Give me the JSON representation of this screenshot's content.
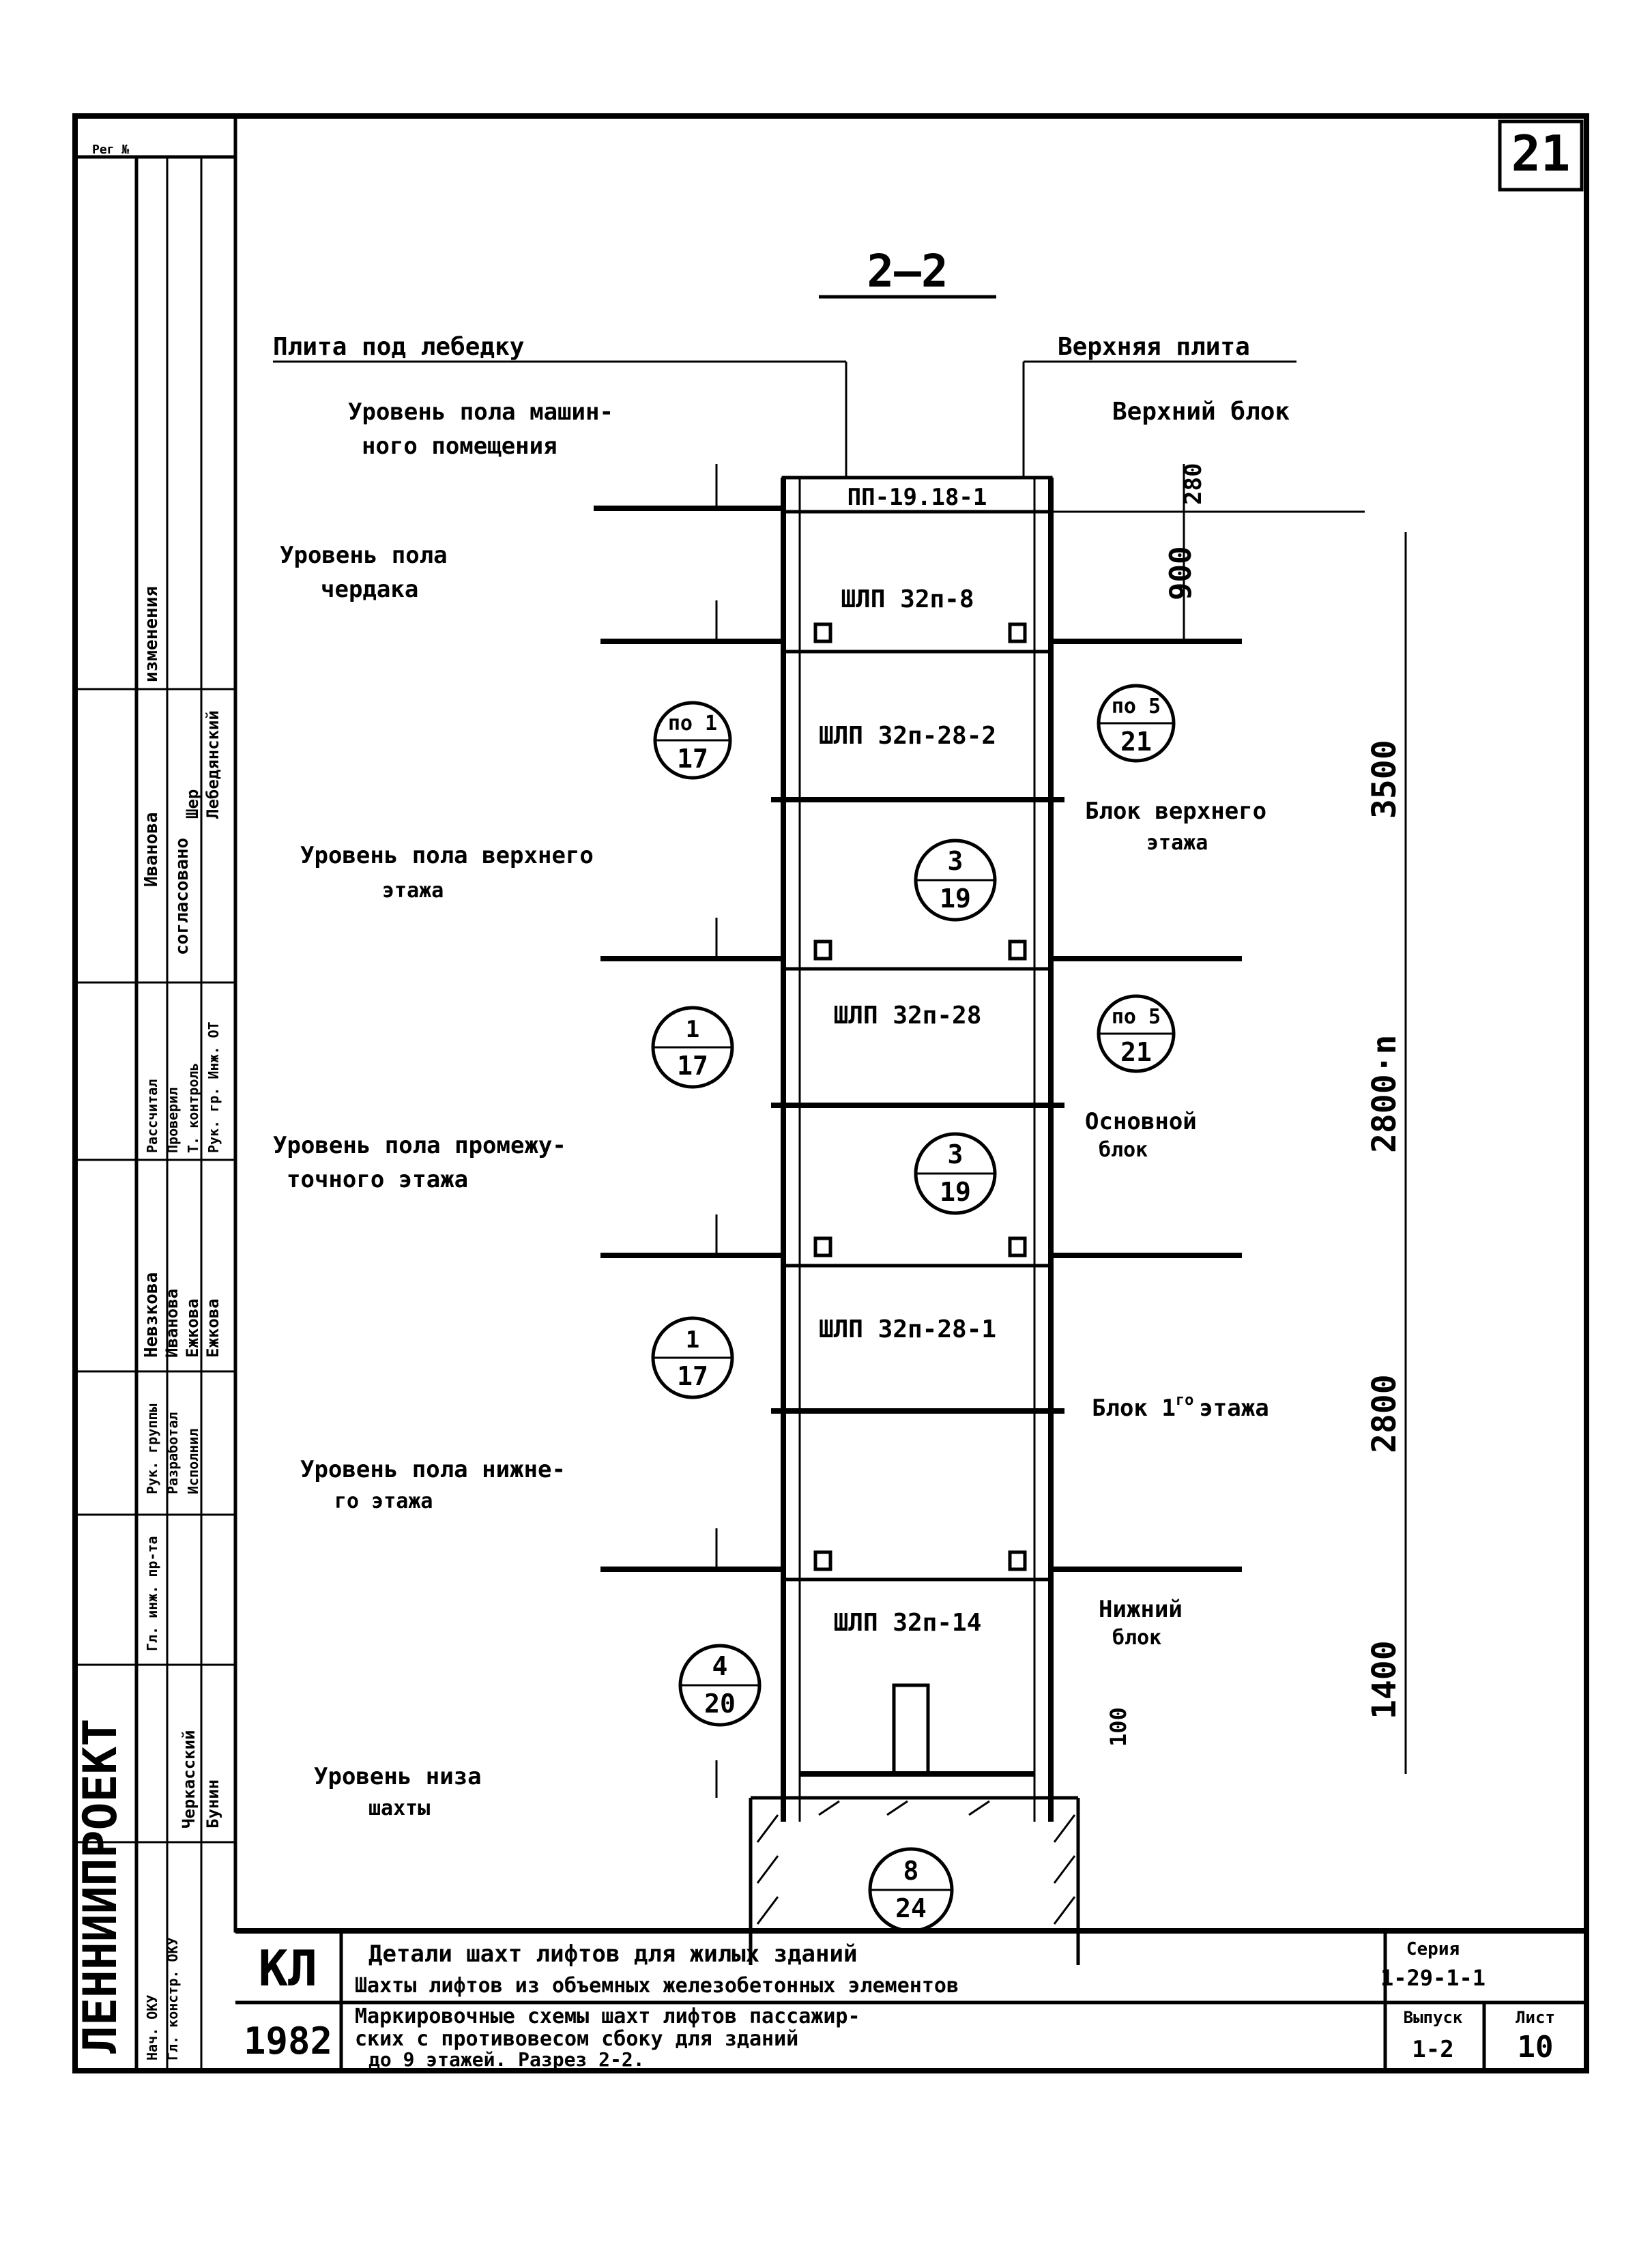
{
  "sheet_number": "21",
  "section_title": "2—2",
  "labels": {
    "slab_machine": "Плита под лебедку",
    "top_slab": "Верхняя плита",
    "floor_machine_1": "Уровень пола машин-",
    "floor_machine_2": "ного помещения",
    "top_block": "Верхний блок",
    "floor_attic_1": "Уровень пола",
    "floor_attic_2": "чердака",
    "block_top_floor_1": "Блок верхнего",
    "block_top_floor_2": "этажа",
    "floor_top_1": "Уровень пола верхнего",
    "floor_top_2": "этажа",
    "main_block_1": "Основной",
    "main_block_2": "блок",
    "floor_mid_1": "Уровень пола промежу-",
    "floor_mid_2": "точного этажа",
    "block_first": "Блок 1",
    "block_first_sup": "го",
    "block_first_tail": "этажа",
    "floor_bottom_1": "Уровень пола нижне-",
    "floor_bottom_2": "го этажа",
    "bottom_block_1": "Нижний",
    "bottom_block_2": "блок",
    "pit_1": "Уровень низа",
    "pit_2": "шахты"
  },
  "elements": {
    "slab": "ПП-19.18-1",
    "shaft_top": "ШЛП 32п-8",
    "shaft_2": "ШЛП 32п-28-2",
    "shaft_3": "ШЛП 32п-28",
    "shaft_4": "ШЛП 32п-28-1",
    "shaft_bottom": "ШЛП 32п-14"
  },
  "callouts": [
    {
      "top": "по 1",
      "bottom": "17"
    },
    {
      "top": "по 5",
      "bottom": "21"
    },
    {
      "top": "3",
      "bottom": "19"
    },
    {
      "top": "1",
      "bottom": "17"
    },
    {
      "top": "по 5",
      "bottom": "21"
    },
    {
      "top": "3",
      "bottom": "19"
    },
    {
      "top": "1",
      "bottom": "17"
    },
    {
      "top": "4",
      "bottom": "20"
    },
    {
      "top": "8",
      "bottom": "24"
    }
  ],
  "dimensions": {
    "d280": "280",
    "d900": "900",
    "d3500": "3500",
    "d2800n": "2800·n",
    "d2800": "2800",
    "d1400": "1400",
    "d100": "100"
  },
  "title_block": {
    "code": "КЛ",
    "year": "1982",
    "org": "ЛЕННИИПРОЕКТ",
    "title_line_1": "Детали шахт лифтов для жилых зданий",
    "title_line_2": "Шахты лифтов из объемных железобетонных элементов",
    "desc_line_1": "Маркировочные схемы шахт лифтов пассажир-",
    "desc_line_2": "ских с противовесом сбоку для зданий",
    "desc_line_3": "до 9 этажей. Разрез 2-2.",
    "series_label": "Серия",
    "series_value": "1-29-1-1",
    "issue_label": "Выпуск",
    "issue_value": "1-2",
    "sheet_label": "Лист",
    "sheet_value": "10"
  },
  "side_stamp": {
    "roles": [
      "Нач. ОКУ",
      "Гл. констр. ОКУ",
      "Гл. инж. пр-та",
      "Рук. группы",
      "Разработал",
      "Исполнил",
      "Рассчитал",
      "Проверил",
      "Т. контроль",
      "Рук. гр. Инж. ОТ"
    ],
    "names": [
      "Черкасский",
      "Бунин",
      "Невзкова",
      "Иванова",
      "Ежкова",
      "Ежкова",
      "Иванова",
      "Шер",
      "Лебедянский"
    ],
    "header": "Рег №",
    "agreed": "согласовано",
    "changes": "изменения"
  }
}
